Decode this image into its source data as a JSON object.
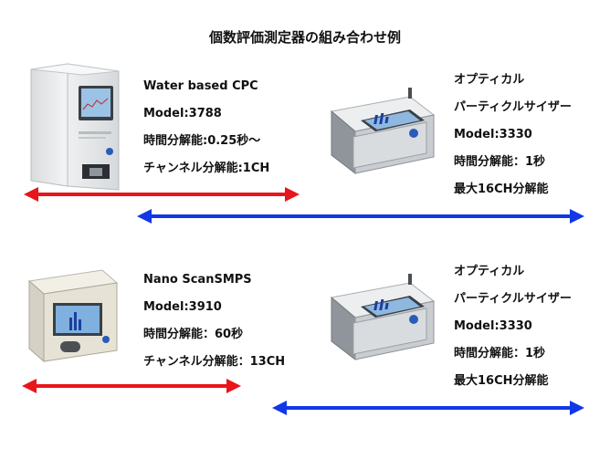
{
  "title": "個数評価測定器の組み合わせ例",
  "colors": {
    "red_arrow": "#e8151b",
    "blue_arrow": "#1237e6"
  },
  "combos": [
    {
      "left_device": {
        "name": "Water based CPC",
        "model": "Model:3788",
        "time_resolution": "時間分解能:0.25秒〜",
        "channel_resolution": "チャンネル分解能:1CH"
      },
      "right_device": {
        "name_line1": "オプティカル",
        "name_line2": "パーティクルサイザー",
        "model": "Model:3330",
        "time_resolution": "時間分解能：1秒",
        "channel_resolution": "最大16CH分解能"
      }
    },
    {
      "left_device": {
        "name": "Nano ScanSMPS",
        "model": "Model:3910",
        "time_resolution": "時間分解能：60秒",
        "channel_resolution": "チャンネル分解能：13CH"
      },
      "right_device": {
        "name_line1": "オプティカル",
        "name_line2": "パーティクルサイザー",
        "model": "Model:3330",
        "time_resolution": "時間分解能：1秒",
        "channel_resolution": "最大16CH分解能"
      }
    }
  ]
}
